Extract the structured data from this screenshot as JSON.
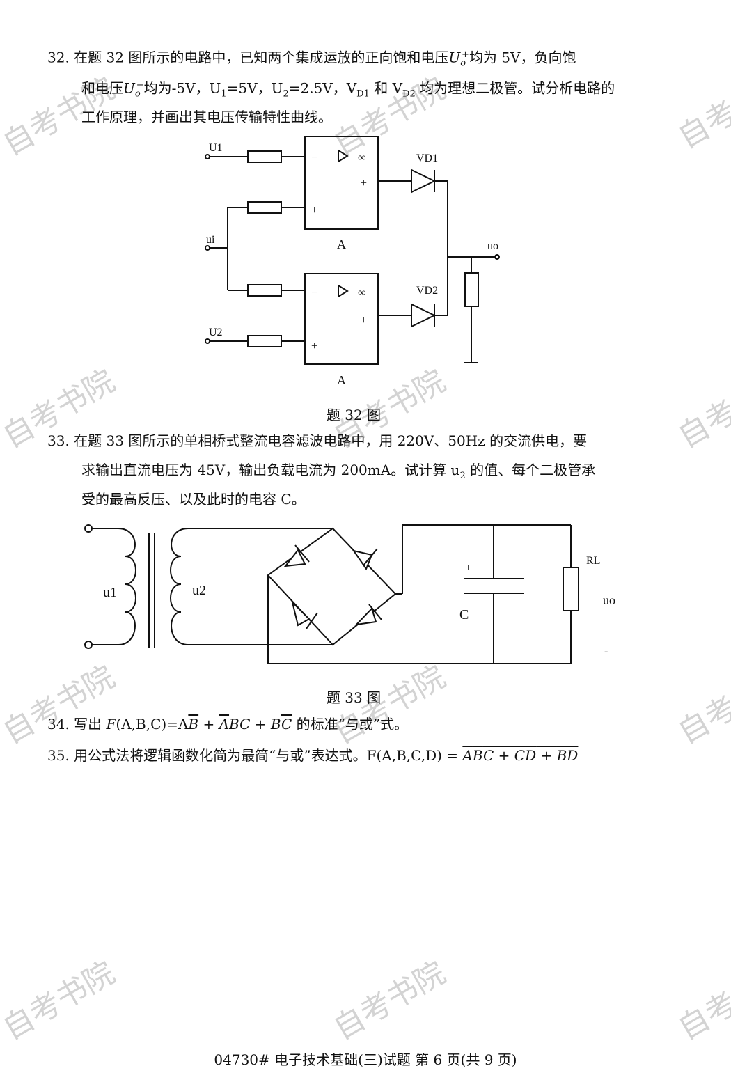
{
  "q32": {
    "num": "32",
    "l1_a": "在题 32 图所示的电路中，已知两个集成运放的正向饱和电压",
    "l1_sym": "U",
    "l1_sub": "o",
    "l1_sup": "+",
    "l1_b": "均为 5V，负向饱",
    "l2_a": "和电压",
    "l2_sym": "U",
    "l2_sub": "o",
    "l2_sup": "−",
    "l2_b": "均为-5V，U",
    "l2_s1": "1",
    "l2_c": "=5V，U",
    "l2_s2": "2",
    "l2_d": "=2.5V，V",
    "l2_s3": "D1",
    "l2_e": " 和 V",
    "l2_s4": "D2",
    "l2_f": " 均为理想二极管。试分析电路的",
    "l3": "工作原理，并画出其电压传输特性曲线。",
    "caption": "题 32 图",
    "labels": {
      "u1": "U1",
      "u2": "U2",
      "ui": "ui",
      "uo": "uo",
      "vd1": "VD1",
      "vd2": "VD2",
      "minus": "−",
      "plus": "+",
      "inf": "∞",
      "amp_a": "A",
      "amp_b": "A"
    }
  },
  "q33": {
    "num": "33",
    "l1": "在题 33 图所示的单相桥式整流电容滤波电路中，用 220V、50Hz 的交流供电，要",
    "l2": "求输出直流电压为 45V，输出负载电流为 200mA。试计算 u",
    "l2_sub": "2",
    "l2_b": " 的值、每个二极管承",
    "l3": "受的最高反压、以及此时的电容 C。",
    "caption": "题 33 图",
    "labels": {
      "u1": "u1",
      "u2": "u2",
      "c": "C",
      "rl": "RL",
      "uo": "uo",
      "plus_c": "+",
      "plus_out": "+",
      "minus_out": "-"
    }
  },
  "q34": {
    "num": "34",
    "a": "写出 ",
    "f": "F",
    "b": "(A,B,C)=A",
    "t1": "B",
    "c": " + ",
    "t2": "A",
    "d": "BC",
    "e": " + B",
    "t3": "C",
    "g": " 的标准“与或”式。"
  },
  "q35": {
    "num": "35",
    "a": "用公式法将逻辑函数化简为最简“与或”表达式。F(A,B,C,D) = ",
    "o1": "A",
    "o2": "B",
    "o3": "C",
    "p1": " + ",
    "o4": "C",
    "o5": "D",
    "p2": " + ",
    "o6": "B",
    "o7": "D"
  },
  "watermark": "自考书院",
  "footer": "04730# 电子技术基础(三)试题 第 6 页(共 9 页)"
}
